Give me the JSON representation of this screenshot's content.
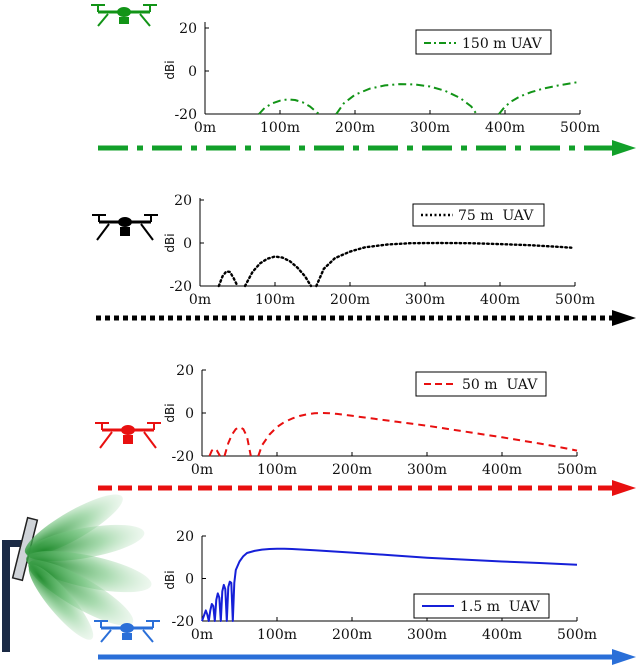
{
  "chart_data": [
    {
      "type": "line",
      "series": [
        {
          "name": "150 m UAV",
          "color": "#129417",
          "dash": "dashdot",
          "segments": [
            {
              "x": [
                72,
                80,
                90,
                100,
                110,
                120,
                130,
                140,
                150,
                153
              ],
              "y": [
                -20,
                -17,
                -15,
                -13.8,
                -13.2,
                -13.5,
                -14.5,
                -16.5,
                -19.5,
                -20
              ]
            },
            {
              "x": [
                175,
                185,
                200,
                220,
                240,
                260,
                280,
                300,
                320,
                340,
                355,
                362
              ],
              "y": [
                -20,
                -15,
                -11,
                -8.2,
                -6.7,
                -6.1,
                -6.3,
                -7.2,
                -9.2,
                -12.5,
                -16.5,
                -20
              ]
            },
            {
              "x": [
                392,
                400,
                410,
                420,
                435,
                450,
                470,
                490,
                500
              ],
              "y": [
                -20,
                -16.5,
                -13.8,
                -11.8,
                -9.8,
                -8.3,
                -6.8,
                -5.6,
                -5
              ]
            }
          ]
        }
      ],
      "x_ticks": [
        "0m",
        "100m",
        "200m",
        "300m",
        "400m",
        "500m"
      ],
      "y_ticks": [
        "20",
        "0",
        "-20"
      ],
      "ylabel": "dBi",
      "xlim": [
        0,
        500
      ],
      "ylim": [
        -20,
        20
      ],
      "grid": false,
      "legend": "top-right"
    },
    {
      "type": "line",
      "series": [
        {
          "name": "75 m  UAV",
          "color": "#000000",
          "dash": "dotted",
          "segments": [
            {
              "x": [
                25,
                30,
                35,
                40,
                45,
                50
              ],
              "y": [
                -20,
                -15.5,
                -13.2,
                -13.5,
                -16.5,
                -20
              ]
            },
            {
              "x": [
                60,
                70,
                80,
                90,
                100,
                110,
                120,
                130,
                140,
                148
              ],
              "y": [
                -20,
                -13.5,
                -9.5,
                -7.3,
                -6.3,
                -6.8,
                -8.5,
                -11.5,
                -15.5,
                -20
              ]
            },
            {
              "x": [
                155,
                165,
                180,
                200,
                220,
                250,
                280,
                320,
                360,
                400,
                440,
                480,
                495
              ],
              "y": [
                -20,
                -12,
                -7,
                -4,
                -2,
                -0.7,
                -0.1,
                0,
                -0.1,
                -0.5,
                -1,
                -1.8,
                -2.2
              ]
            }
          ]
        }
      ],
      "x_ticks": [
        "0m",
        "100m",
        "200m",
        "300m",
        "400m",
        "500m"
      ],
      "y_ticks": [
        "20",
        "0",
        "-20"
      ],
      "ylabel": "dBi",
      "xlim": [
        0,
        500
      ],
      "ylim": [
        -20,
        20
      ],
      "grid": false,
      "legend": "top-right"
    },
    {
      "type": "line",
      "series": [
        {
          "name": "50 m  UAV",
          "color": "#e81010",
          "dash": "dashed",
          "segments": [
            {
              "x": [
                10,
                13,
                17,
                20,
                24
              ],
              "y": [
                -20,
                -17.5,
                -16.5,
                -17.5,
                -20
              ]
            },
            {
              "x": [
                30,
                35,
                40,
                45,
                50,
                55,
                60,
                65
              ],
              "y": [
                -20,
                -14,
                -10,
                -7.5,
                -6.5,
                -7.5,
                -11,
                -20
              ]
            },
            {
              "x": [
                75,
                80,
                90,
                100,
                110,
                120,
                130,
                140,
                150,
                160,
                170,
                180,
                200,
                230,
                260,
                300,
                350,
                400,
                450,
                480,
                500
              ],
              "y": [
                -20,
                -15,
                -10,
                -6.5,
                -4.2,
                -2.6,
                -1.4,
                -0.6,
                -0.1,
                0,
                -0.1,
                -0.4,
                -1.3,
                -2.7,
                -4.1,
                -5.9,
                -8.6,
                -11.3,
                -14.2,
                -16.1,
                -17.5
              ]
            }
          ]
        }
      ],
      "x_ticks": [
        "0m",
        "100m",
        "200m",
        "300m",
        "400m",
        "500m"
      ],
      "y_ticks": [
        "20",
        "0",
        "-20"
      ],
      "ylabel": "dBi",
      "xlim": [
        0,
        500
      ],
      "ylim": [
        -20,
        20
      ],
      "grid": false,
      "legend": "top-right"
    },
    {
      "type": "line",
      "series": [
        {
          "name": "1.5 m  UAV",
          "color": "#1620d8",
          "dash": "solid",
          "segments": [
            {
              "x": [
                0,
                3,
                5,
                7,
                9,
                11,
                13,
                15,
                17,
                19,
                21,
                23,
                25,
                27,
                29,
                31,
                33,
                35,
                37,
                39,
                41,
                43,
                45,
                50,
                55,
                60,
                70,
                80,
                90,
                100,
                110,
                120,
                150,
                200,
                250,
                300,
                350,
                400,
                450,
                500
              ],
              "y": [
                -20,
                -17,
                -15,
                -17,
                -20,
                -15,
                -12,
                -13,
                -20,
                -10,
                -7,
                -9,
                -20,
                -6,
                -3,
                -5,
                -20,
                -4,
                -1.5,
                -2,
                -20,
                -2,
                4,
                8,
                10.5,
                12,
                13,
                13.6,
                13.9,
                14,
                14,
                13.9,
                13.3,
                12.2,
                11,
                9.8,
                8.9,
                8,
                7.3,
                6.5
              ]
            }
          ]
        }
      ],
      "x_ticks": [
        "0m",
        "100m",
        "200m",
        "300m",
        "400m",
        "500m"
      ],
      "y_ticks": [
        "20",
        "0",
        "-20"
      ],
      "ylabel": "dBi",
      "xlim": [
        0,
        500
      ],
      "ylim": [
        -20,
        20
      ],
      "grid": false,
      "legend": "bottom-right"
    }
  ]
}
